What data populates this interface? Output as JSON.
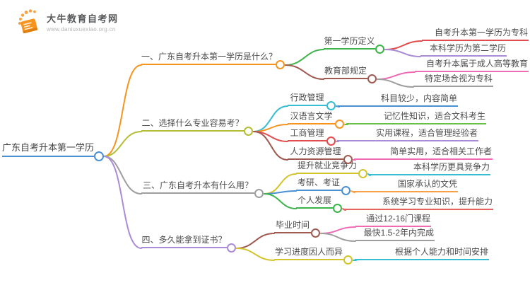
{
  "logo": {
    "name": "大牛教育自考网",
    "url": "www.daniuxuexiao.org.cn",
    "icon": "book-icon",
    "brand_color": "#f7941d"
  },
  "mindmap": {
    "root": {
      "label": "广东自考升本第一学历",
      "color": "#4a90d2"
    },
    "branches": [
      {
        "label": "一、广东自考升本第一学历是什么？",
        "color": "#f7941d",
        "children": [
          {
            "label": "第一学历定义",
            "color": "#3cb44a",
            "children": [
              {
                "label": "自考升本第一学历为专科",
                "color": "#e34c4c"
              },
              {
                "label": "本科学历为第二学历",
                "color": "#a98bd6"
              }
            ]
          },
          {
            "label": "教育部规定",
            "color": "#a05a50",
            "children": [
              {
                "label": "自考升本属于成人高等教育",
                "color": "#ef6bb5"
              },
              {
                "label": "特定场合视为专科",
                "color": "#9e9e9e"
              }
            ]
          }
        ]
      },
      {
        "label": "二、选择什么专业容易考？",
        "color": "#b3bd35",
        "children": [
          {
            "label": "行政管理",
            "color": "#35bdd4",
            "children": [
              {
                "label": "科目较少，内容简单",
                "color": "#4a90d2"
              }
            ]
          },
          {
            "label": "汉语言文学",
            "color": "#f7941d",
            "children": [
              {
                "label": "记忆性知识，适合文科考生",
                "color": "#6abf4b"
              }
            ]
          },
          {
            "label": "工商管理",
            "color": "#e34c4c",
            "children": [
              {
                "label": "实用课程，适合管理经验者",
                "color": "#a98bd6"
              }
            ]
          },
          {
            "label": "人力资源管理",
            "color": "#a05a50",
            "children": [
              {
                "label": "简单实用，适合相关工作者",
                "color": "#ef6bb5"
              }
            ]
          }
        ]
      },
      {
        "label": "三、广东自考升本有什么用？",
        "color": "#9e9e9e",
        "children": [
          {
            "label": "提升就业竞争力",
            "color": "#d4c42c",
            "children": [
              {
                "label": "本科学历更具竞争力",
                "color": "#35bdd4"
              }
            ]
          },
          {
            "label": "考研、考证",
            "color": "#4a90d2",
            "children": [
              {
                "label": "国家承认的文凭",
                "color": "#f7a045"
              }
            ]
          },
          {
            "label": "个人发展",
            "color": "#3cb44a",
            "children": [
              {
                "label": "系统学习专业知识，提升能力",
                "color": "#e86060"
              }
            ]
          }
        ]
      },
      {
        "label": "四、多久能拿到证书？",
        "color": "#a98bd6",
        "children": [
          {
            "label": "毕业时间",
            "color": "#a05a50",
            "children": [
              {
                "label": "通过12-16门课程",
                "color": "#ef6bb5"
              },
              {
                "label": "最快1.5-2年内完成",
                "color": "#9e9e9e"
              }
            ]
          },
          {
            "label": "学习进度因人而异",
            "color": "#d4c42c",
            "children": [
              {
                "label": "根据个人能力和时间安排",
                "color": "#35bdd4"
              }
            ]
          }
        ]
      }
    ]
  }
}
